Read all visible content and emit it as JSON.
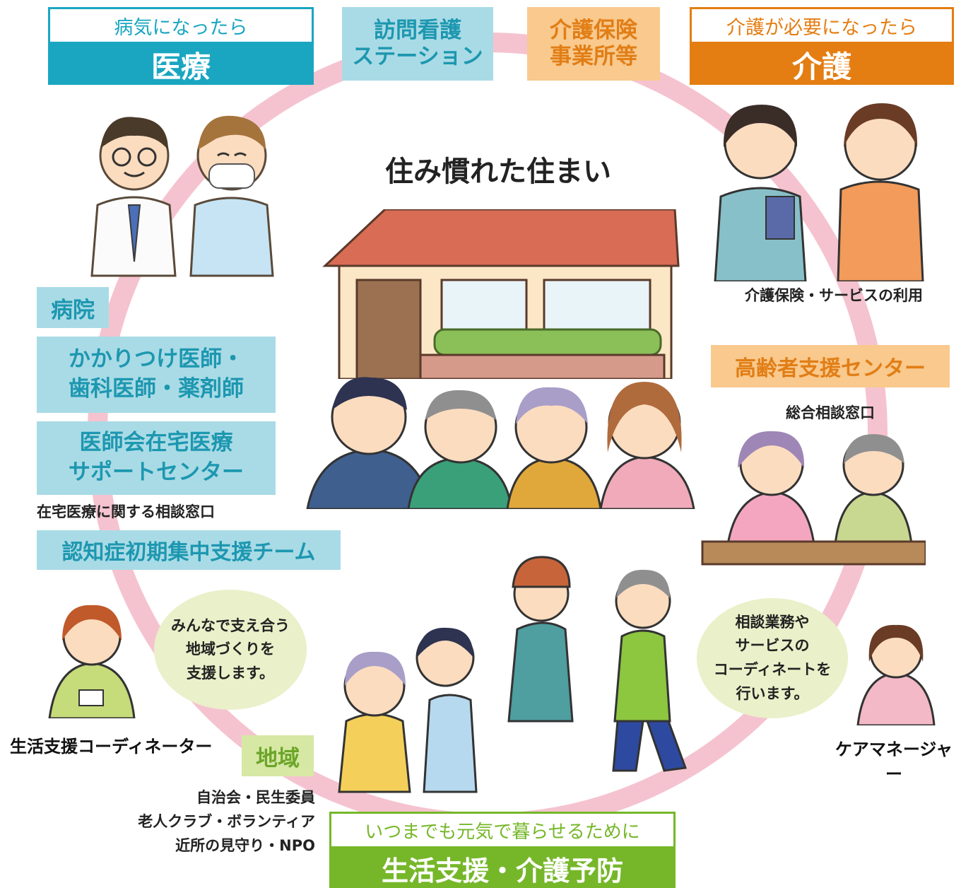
{
  "medical": {
    "top": "病気になったら",
    "bottom": "医療",
    "color": "#1aa6c1"
  },
  "care": {
    "top": "介護が必要になったら",
    "bottom": "介護",
    "color": "#e47d12"
  },
  "visiting_nurse": [
    "訪問看護",
    "ステーション"
  ],
  "care_insurance_office": [
    "介護保険",
    "事業所等"
  ],
  "center_title": "住み慣れた住まい",
  "care_insurance_note": "介護保険・サービスの利用",
  "elderly_center": {
    "label": "高齢者支援センター",
    "note": "総合相談窓口"
  },
  "left_boxes": {
    "hospital": "病院",
    "doctors": [
      "かかりつけ医師・",
      "歯科医師・薬剤師"
    ],
    "support_center": [
      "医師会在宅医療",
      "サポートセンター"
    ],
    "support_center_note": "在宅医療に関する相談窓口",
    "dementia_team": "認知症初期集中支援チーム"
  },
  "left_bubble": [
    "みんなで支え合う",
    "地域づくりを",
    "支援します。"
  ],
  "right_bubble": [
    "相談業務や",
    "サービスの",
    "コーディネートを",
    "行います。"
  ],
  "life_coordinator": "生活支援コーディネーター",
  "care_manager": "ケアマネージャー",
  "community": {
    "label": "地域",
    "notes": [
      "自治会・民生委員",
      "老人クラブ・ボランティア",
      "近所の見守り・NPO"
    ]
  },
  "bottom": {
    "top": "いつまでも元気で暮らせるために",
    "bottom": "生活支援・介護予防",
    "color": "#76b72a"
  },
  "colors": {
    "ring": "#f5c3cf",
    "blue_box": "#a9dbe6",
    "orange_box": "#f9c98d",
    "green_box": "#d6e8a4"
  }
}
